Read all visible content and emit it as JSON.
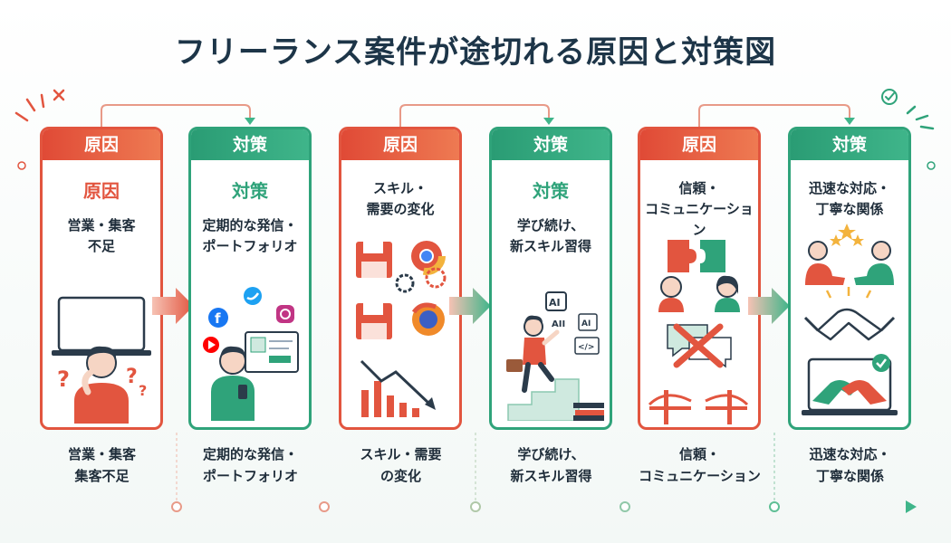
{
  "title": "フリーランス案件が途切れる原因と対策図",
  "colors": {
    "cause": "#e2553f",
    "fix": "#2fa37a",
    "navy": "#1d3548"
  },
  "cards": [
    {
      "head": "原因",
      "sub": "原因",
      "desc": "営業・集客\n不足"
    },
    {
      "head": "対策",
      "sub": "対策",
      "desc": "定期的な発信・\nポートフォリオ"
    },
    {
      "head": "原因",
      "desc": "スキル・\n需要の変化"
    },
    {
      "head": "対策",
      "sub": "対策",
      "desc": "学び続け、\n新スキル習得"
    },
    {
      "head": "原因",
      "desc": "信頼・\nコミュニケーション"
    },
    {
      "head": "対策",
      "desc": "迅速な対応・\n丁寧な関係"
    }
  ],
  "captions": [
    "営業・集客\n集客不足",
    "定期的な発信・\nポートフォリオ",
    "スキル・需要\nの変化",
    "学び続け、\n新スキル習得",
    "信頼・\nコミュニケーション",
    "迅速な対応・\n丁寧な関係"
  ],
  "icon_texts": {
    "ai_chip": "AI",
    "ai_small": "AI",
    "ai_label": "AII",
    "code": "</>"
  },
  "icons": [
    "thinking-person",
    "laptop",
    "facebook",
    "twitter",
    "instagram",
    "youtube",
    "floppy-disk",
    "chrome",
    "firefox",
    "gear",
    "decline-chart",
    "climbing-stairs-person",
    "puzzle-pieces",
    "chat-bubbles",
    "broken-bridge",
    "handshake",
    "star",
    "check-badge"
  ]
}
